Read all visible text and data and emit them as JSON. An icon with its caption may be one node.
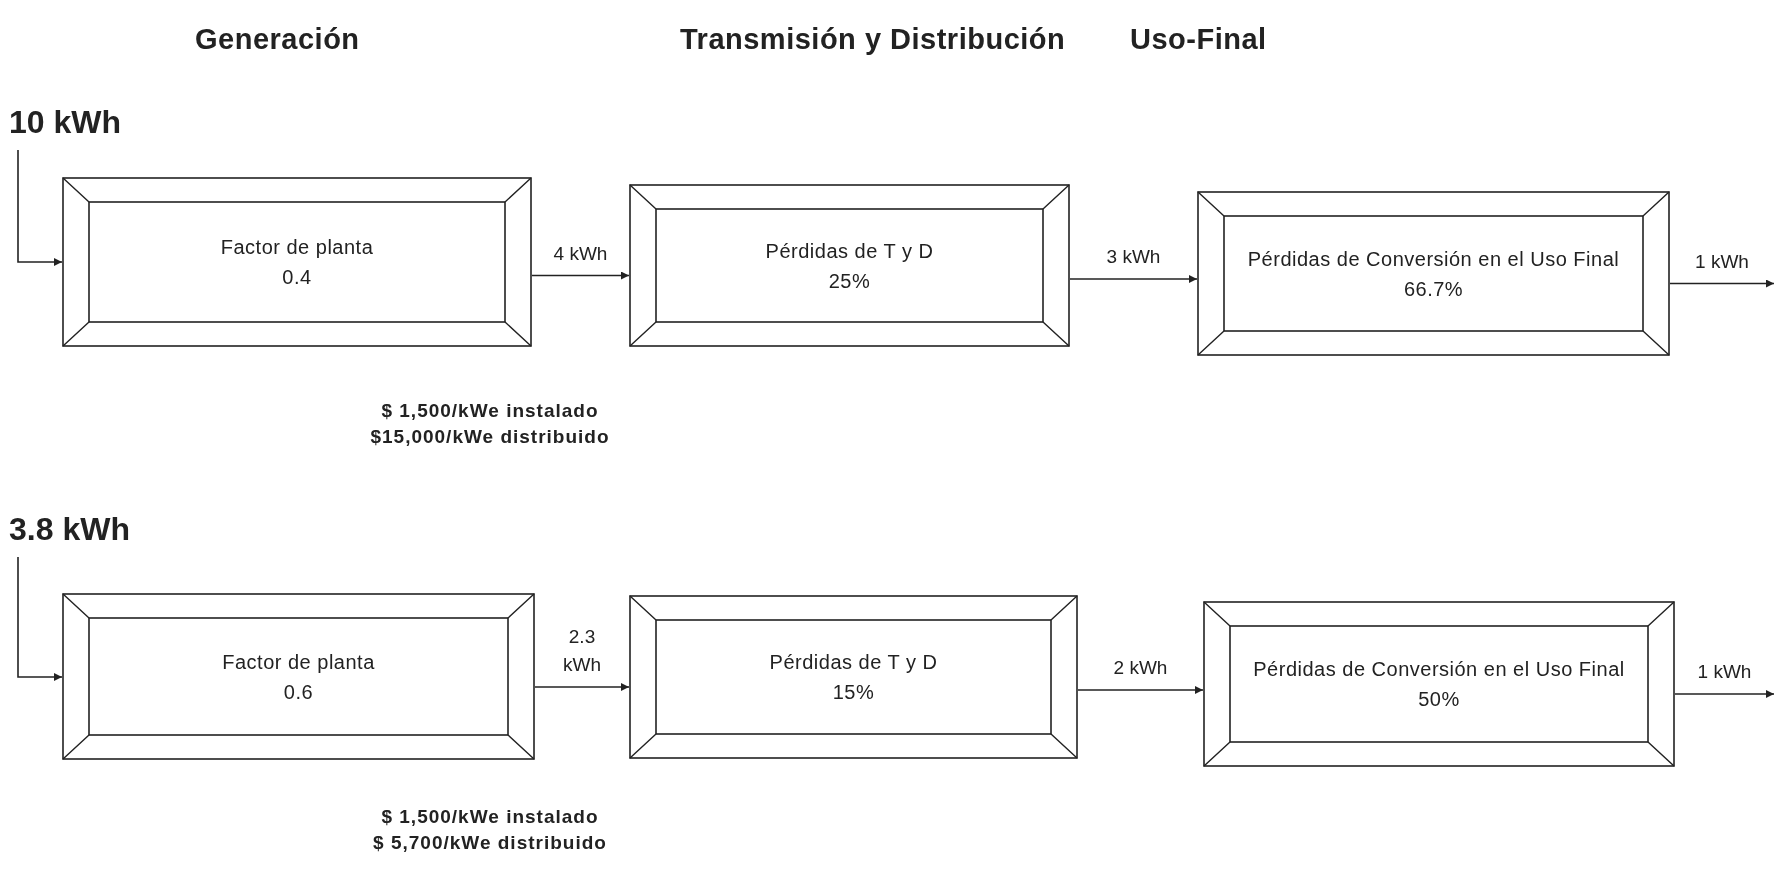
{
  "diagram": {
    "nodes": [
      {
        "text": [
          "10 kWh"
        ]
      },
      {
        "text": [
          "Factor de planta",
          "0.4"
        ],
        "beside": [
          "$ 1,500/kWe instalado",
          "$15,000/kWe distribuido"
        ]
      },
      {
        "text": [
          "Pérdidas de T y D",
          "25%"
        ]
      },
      {
        "text": [
          "Pérdidas de Conversión en el Uso Final",
          "66.7%"
        ]
      },
      {
        "text": [
          "3.8 kWh"
        ]
      },
      {
        "text": [
          "Factor de planta",
          "0.6"
        ],
        "beside": [
          "$ 1,500/kWe instalado",
          "$ 5,700/kWe distribuido"
        ]
      },
      {
        "text": [
          "Pérdidas de T y D",
          "15%"
        ]
      },
      {
        "text": [
          "Pérdidas de Conversión en el Uso Final",
          "50%"
        ]
      }
    ],
    "edges": [
      {
        "from": 0,
        "to": 1,
        "arrow": "to"
      },
      {
        "from": 1,
        "to": 2,
        "arrow": "to",
        "label": "4 kWh"
      },
      {
        "from": 2,
        "to": 3,
        "arrow": "to",
        "label": "3 kWh"
      },
      {
        "from": 3,
        "to": null,
        "arrow": "to",
        "label": "1 kWh"
      },
      {
        "from": 4,
        "to": 5,
        "arrow": "to"
      },
      {
        "from": 5,
        "to": 6,
        "arrow": "to",
        "label": "2.3 kWh"
      },
      {
        "from": 6,
        "to": 7,
        "arrow": "to",
        "label": "2 kWh"
      },
      {
        "from": 7,
        "to": null,
        "arrow": "to",
        "label": "1 kWh"
      }
    ],
    "labels": [
      "Generación",
      "Transmisión y Distribución",
      "Uso-Final"
    ]
  }
}
